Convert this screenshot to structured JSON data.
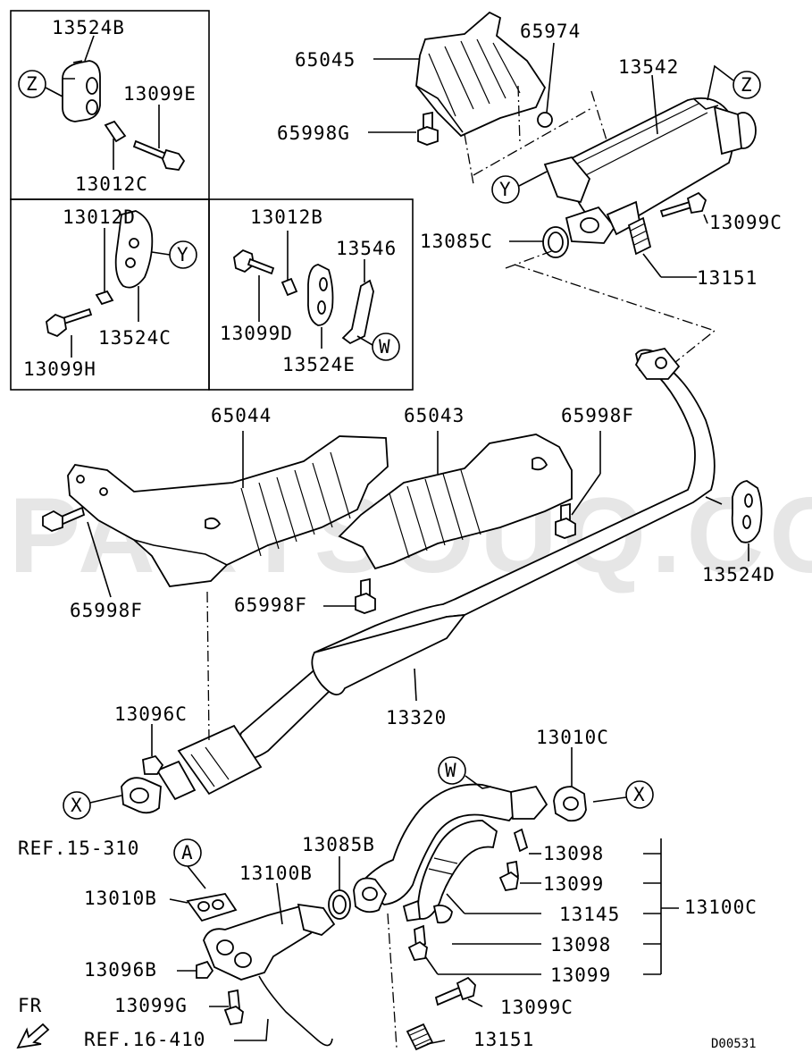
{
  "watermark": "PARTSOUQ.COM",
  "diagram_code": "D00531",
  "direction_label": "FR",
  "callouts": {
    "Z1": "Z",
    "Z2": "Z",
    "Y1": "Y",
    "Y2": "Y",
    "W1": "W",
    "W2": "W",
    "X1": "X",
    "X2": "X",
    "A": "A"
  },
  "labels": {
    "p13524B": "13524B",
    "p13099E": "13099E",
    "p13012C": "13012C",
    "p13012D": "13012D",
    "p13524C": "13524C",
    "p13099H": "13099H",
    "p13012B": "13012B",
    "p13546": "13546",
    "p13099D": "13099D",
    "p13524E": "13524E",
    "p65045": "65045",
    "p65974": "65974",
    "p13542": "13542",
    "p65998G": "65998G",
    "p13085C": "13085C",
    "p13099C_top": "13099C",
    "p13151_top": "13151",
    "p65044": "65044",
    "p65043": "65043",
    "p65998F_right": "65998F",
    "p65998F_left": "65998F",
    "p65998F_mid": "65998F",
    "p13524D": "13524D",
    "p13320": "13320",
    "p13096C": "13096C",
    "p13010C": "13010C",
    "p13098_a": "13098",
    "p13099_a": "13099",
    "p13145": "13145",
    "p13100C": "13100C",
    "p13098_b": "13098",
    "p13099_b": "13099",
    "p13099C_bot": "13099C",
    "p13151_bot": "13151",
    "p13085B": "13085B",
    "p13100B": "13100B",
    "p13010B": "13010B",
    "p13096B": "13096B",
    "p13099G": "13099G",
    "ref1": "REF.15-310",
    "ref2": "REF.16-410"
  }
}
